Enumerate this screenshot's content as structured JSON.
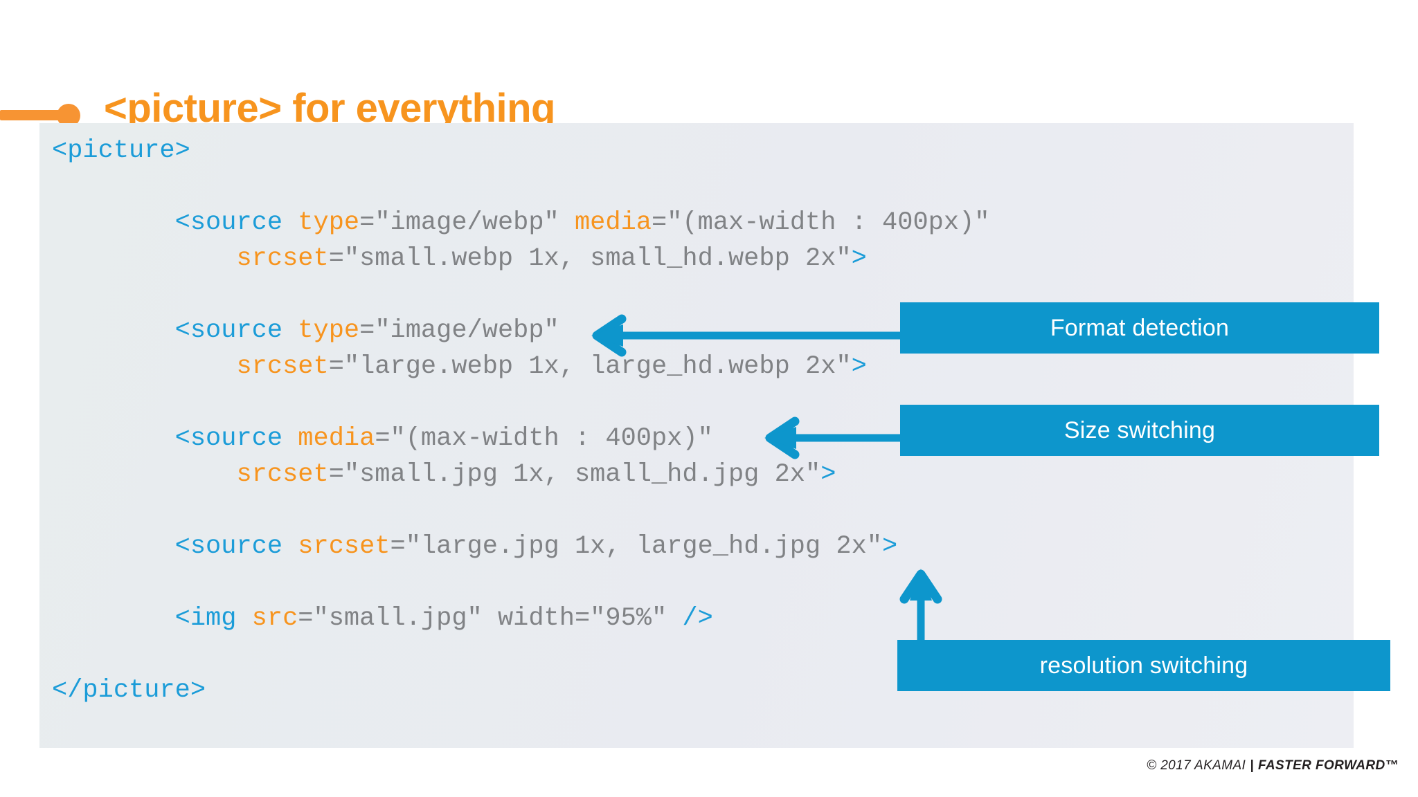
{
  "slide": {
    "title": "<picture> for everything",
    "accent_orange": "#F7941E",
    "accent_blue": "#0D96CC",
    "panel_bg": "#E9EBF1"
  },
  "code": {
    "language": "html",
    "lines": [
      {
        "indent": 0,
        "tokens": [
          {
            "t": "tag",
            "v": "<picture>"
          }
        ]
      },
      {
        "indent": 0,
        "tokens": []
      },
      {
        "indent": 2,
        "tokens": [
          {
            "t": "tag",
            "v": "<source "
          },
          {
            "t": "attr",
            "v": "type"
          },
          {
            "t": "val",
            "v": "=\"image/webp\" "
          },
          {
            "t": "attr",
            "v": "media"
          },
          {
            "t": "val",
            "v": "=\"(max-width : 400px)\""
          }
        ]
      },
      {
        "indent": 3,
        "tokens": [
          {
            "t": "attr",
            "v": "srcset"
          },
          {
            "t": "val",
            "v": "=\"small.webp 1x, small_hd.webp 2x\""
          },
          {
            "t": "tag",
            "v": ">"
          }
        ]
      },
      {
        "indent": 0,
        "tokens": []
      },
      {
        "indent": 2,
        "tokens": [
          {
            "t": "tag",
            "v": "<source "
          },
          {
            "t": "attr",
            "v": "type"
          },
          {
            "t": "val",
            "v": "=\"image/webp\""
          }
        ]
      },
      {
        "indent": 3,
        "tokens": [
          {
            "t": "attr",
            "v": "srcset"
          },
          {
            "t": "val",
            "v": "=\"large.webp 1x, large_hd.webp 2x\""
          },
          {
            "t": "tag",
            "v": ">"
          }
        ]
      },
      {
        "indent": 0,
        "tokens": []
      },
      {
        "indent": 2,
        "tokens": [
          {
            "t": "tag",
            "v": "<source "
          },
          {
            "t": "attr",
            "v": "media"
          },
          {
            "t": "val",
            "v": "=\"(max-width : 400px)\""
          }
        ]
      },
      {
        "indent": 3,
        "tokens": [
          {
            "t": "attr",
            "v": "srcset"
          },
          {
            "t": "val",
            "v": "=\"small.jpg 1x, small_hd.jpg 2x\""
          },
          {
            "t": "tag",
            "v": ">"
          }
        ]
      },
      {
        "indent": 0,
        "tokens": []
      },
      {
        "indent": 2,
        "tokens": [
          {
            "t": "tag",
            "v": "<source "
          },
          {
            "t": "attr",
            "v": "srcset"
          },
          {
            "t": "val",
            "v": "=\"large.jpg 1x, large_hd.jpg 2x\""
          },
          {
            "t": "tag",
            "v": ">"
          }
        ]
      },
      {
        "indent": 0,
        "tokens": []
      },
      {
        "indent": 2,
        "tokens": [
          {
            "t": "tag",
            "v": "<img "
          },
          {
            "t": "attr",
            "v": "src"
          },
          {
            "t": "val",
            "v": "=\"small.jpg\" width=\"95%\" "
          },
          {
            "t": "tag",
            "v": "/>"
          }
        ]
      },
      {
        "indent": 0,
        "tokens": []
      },
      {
        "indent": 0,
        "tokens": [
          {
            "t": "tag",
            "v": "</picture>"
          }
        ]
      }
    ]
  },
  "callouts": [
    {
      "id": "format",
      "label": "Format detection",
      "arrow": "left"
    },
    {
      "id": "size",
      "label": "Size switching",
      "arrow": "left"
    },
    {
      "id": "resolution",
      "label": "resolution switching",
      "arrow": "up"
    }
  ],
  "footer": {
    "copyright": "© 2017 AKAMAI",
    "separator": "|",
    "tagline": "FASTER FORWARD™"
  }
}
